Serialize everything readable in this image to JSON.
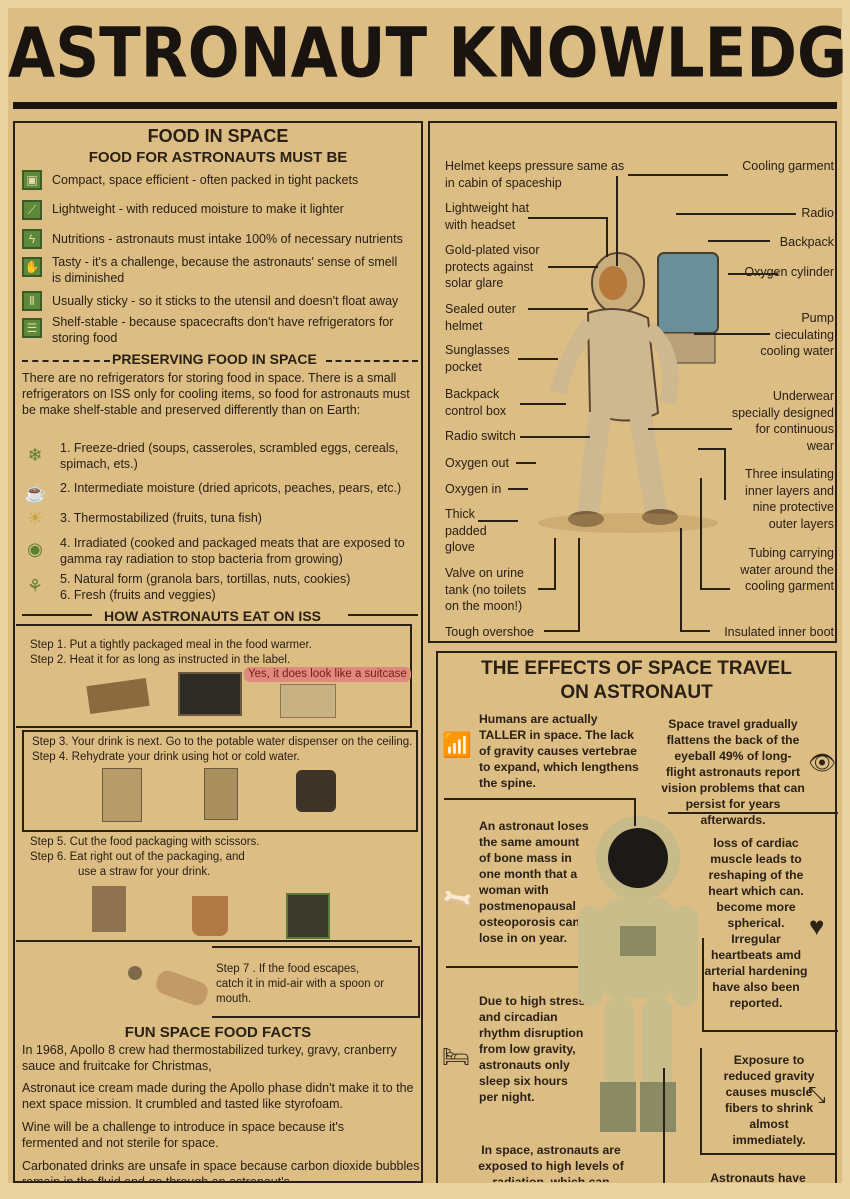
{
  "title": "ASTRONAUT KNOWLEDGE",
  "food": {
    "heading": "FOOD IN SPACE",
    "subheading": "FOOD FOR ASTRONAUTS MUST BE",
    "items": [
      "Compact, space efficient - often packed in tight packets",
      "Lightweight - with reduced moisture to make it lighter",
      "Nutritions - astronauts must intake 100% of necessary nutrients",
      "Tasty - it's a challenge, because the astronauts' sense of smell is diminished",
      "Usually sticky - so it sticks to the utensil and doesn't float away",
      "Shelf-stable - because spacecrafts don't have refrigerators for storing food"
    ]
  },
  "preserving": {
    "heading": "PRESERVING FOOD IN SPACE",
    "intro": "There are no refrigerators for storing food in space. There is a small refrigerators on ISS only for cooling items, so food for astronauts must be make shelf-stable and preserved differently than on Earth:",
    "items": [
      "1. Freeze-dried (soups, casseroles, scrambled eggs, cereals, spimach, ets.)",
      "2. Intermediate moisture (dried apricots, peaches, pears, etc.)",
      "3. Thermostabilized (fruits, tuna fish)",
      "4. Irradiated (cooked and packaged meats that are exposed to gamma ray radiation to stop bacteria from growing)",
      "5. Natural form (granola bars, tortillas, nuts, cookies)",
      "6. Fresh (fruits and veggies)"
    ]
  },
  "eating": {
    "heading": "HOW ASTRONAUTS EAT ON ISS",
    "step1": "Step 1. Put a tightly packaged meal in the food warmer.",
    "step2": "Step 2. Heat it for as long as instructed in the label.",
    "suitcase_note": "Yes, it does look like a suitcase",
    "step3": "Step 3. Your drink is next. Go to the potable water dispenser on the ceiling.",
    "step4": "Step 4. Rehydrate your drink using hot or cold water.",
    "step5": "Step 5. Cut the food packaging with scissors.",
    "step6a": "Step 6. Eat right out of the packaging, and",
    "step6b": "use a straw for your drink.",
    "step7": "Step 7 . If the food escapes, catch it in mid-air with a spoon or mouth."
  },
  "facts": {
    "heading": "FUN SPACE FOOD FACTS",
    "items": [
      "In 1968, Apollo 8 crew had thermostabilized turkey, gravy, cranberry sauce and fruitcake for Christmas,",
      "Astronaut ice cream made during the Apollo phase didn't make it to the next space mission. It crumbled and tasted like styrofoam.",
      "Wine will be a challenge to introduce in space because it's fermented and not sterile for space.",
      "Carbonated drinks are unsafe in space because carbon dioxide bubbles remain in the fluid and go through an astronaut's"
    ]
  },
  "suit": {
    "left": [
      "Helmet keeps pressure same as in cabin of spaceship",
      "Lightweight hat with headset",
      "Gold-plated visor protects against solar glare",
      "Sealed outer helmet",
      "Sunglasses pocket",
      "Backpack control box",
      "Radio switch",
      "Oxygen out",
      "Oxygen in",
      "Thick padded glove",
      "Valve on urine tank (no toilets on the moon!)",
      "Tough overshoe"
    ],
    "right": [
      "Cooling garment",
      "Radio",
      "Backpack",
      "Oxygen cylinder",
      "Pump cieculating cooling water",
      "Underwear specially designed for continuous wear",
      "Three insulating inner layers and nine protective outer layers",
      "Tubing carrying water around the cooling garment",
      "Insulated inner boot"
    ]
  },
  "effects": {
    "heading1": "THE EFFECTS OF SPACE TRAVEL",
    "heading2": "ON ASTRONAUT",
    "taller": "Humans are actually TALLER in space. The lack of gravity causes vertebrae to expand, which lengthens the spine.",
    "vision": "Space travel gradually flattens the back of the eyeball 49% of long-flight astronauts report vision problems that can persist for years afterwards.",
    "bone": "An astronaut loses the same amount of bone mass in one month that a woman with postmenopausal osteoporosis can lose in on year.",
    "heart": "loss of cardiac muscle leads to reshaping of the heart which can. become more spherical. Irregular heartbeats amd arterial hardening have also been reported.",
    "sleep": "Due to high stress and circadian rhythm disruption from low gravity, astronauts only sleep six hours per night.",
    "muscle": "Exposure to reduced gravity causes muscle fibers to shrink almost immediately.",
    "radiation": "In space, astronauts are exposed to high levels of radiation, which can",
    "have": "Astronauts have"
  }
}
